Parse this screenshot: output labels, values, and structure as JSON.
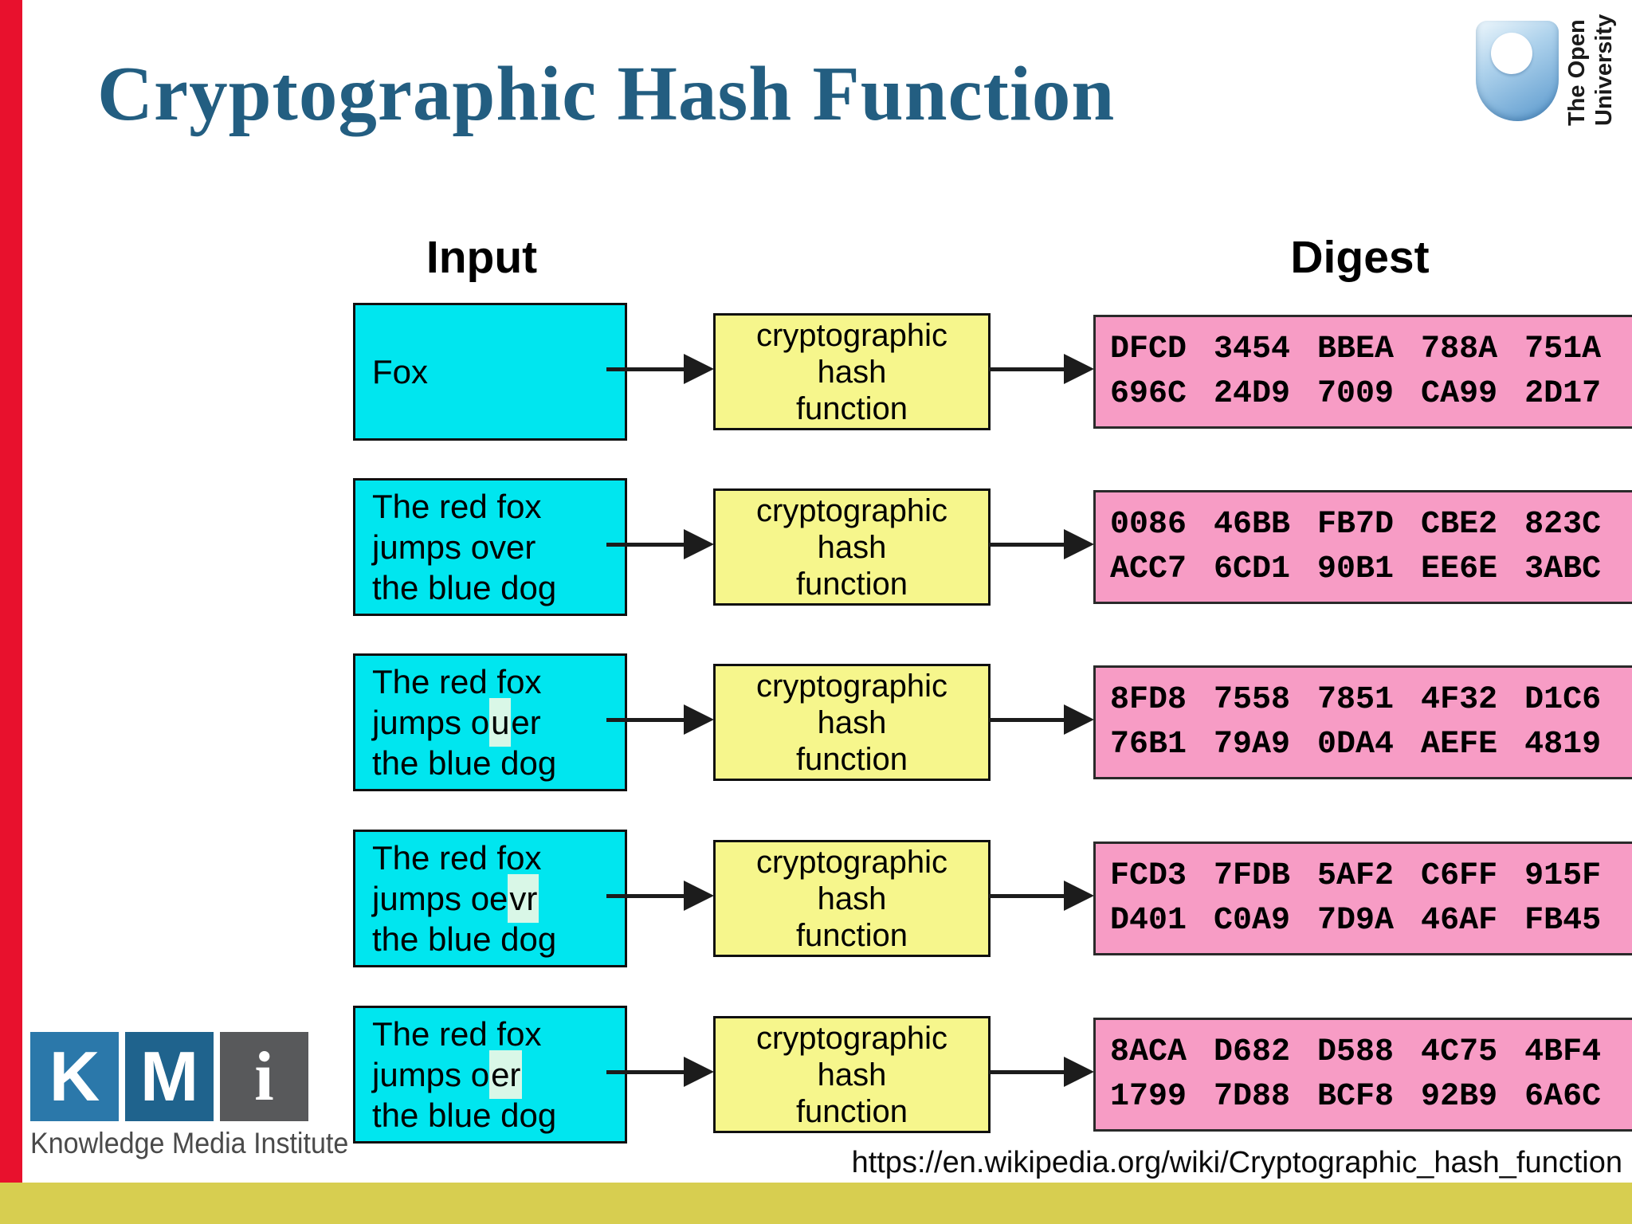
{
  "slide": {
    "title": "Cryptographic Hash Function",
    "source_url": "https://en.wikipedia.org/wiki/Cryptographic_hash_function"
  },
  "ou_logo": {
    "line1": "The Open",
    "line2": "University"
  },
  "kmi_logo": {
    "letter1": "K",
    "letter2": "M",
    "letter3": "i",
    "caption": "Knowledge Media Institute"
  },
  "diagram": {
    "input_header": "Input",
    "digest_header": "Digest",
    "hash_label_line1": "cryptographic",
    "hash_label_line2": "hash",
    "hash_label_line3": "function",
    "rows": [
      {
        "input": {
          "line1": "",
          "line2_pre": "Fox",
          "line2_hl": "",
          "line2_post": "",
          "line3": ""
        },
        "digest_line1": "DFCD 3454 BBEA 788A 751A",
        "digest_line2": "696C 24D9 7009 CA99 2D17"
      },
      {
        "input": {
          "line1": "The red fox",
          "line2_pre": "jumps over",
          "line2_hl": "",
          "line2_post": "",
          "line3": "the blue dog"
        },
        "digest_line1": "0086 46BB FB7D CBE2 823C",
        "digest_line2": "ACC7 6CD1 90B1 EE6E 3ABC"
      },
      {
        "input": {
          "line1": "The red fox",
          "line2_pre": "jumps o",
          "line2_hl": "u",
          "line2_post": "er",
          "line3": "the blue dog"
        },
        "digest_line1": "8FD8 7558 7851 4F32 D1C6",
        "digest_line2": "76B1 79A9 0DA4 AEFE 4819"
      },
      {
        "input": {
          "line1": "The red fox",
          "line2_pre": "jumps oe",
          "line2_hl": "vr",
          "line2_post": "",
          "line3": "the blue dog"
        },
        "digest_line1": "FCD3 7FDB 5AF2 C6FF 915F",
        "digest_line2": "D401 C0A9 7D9A 46AF FB45"
      },
      {
        "input": {
          "line1": "The red fox",
          "line2_pre": "jumps o",
          "line2_hl": "er",
          "line2_post": "",
          "line3": "the blue dog"
        },
        "digest_line1": "8ACA D682 D588 4C75 4BF4",
        "digest_line2": "1799 7D88 BCF8 92B9 6A6C"
      }
    ]
  },
  "colors": {
    "accent_red": "#e8112d",
    "footer_yellow": "#d7ce50",
    "input_cyan": "#00e6ef",
    "hash_yellow": "#f6f68c",
    "digest_pink": "#f79cc5",
    "title_blue": "#235e81",
    "highlight_mint": "#d9f7e7",
    "kmi_blue1": "#2b78aa",
    "kmi_blue2": "#1f638d",
    "kmi_gray": "#58595b"
  }
}
